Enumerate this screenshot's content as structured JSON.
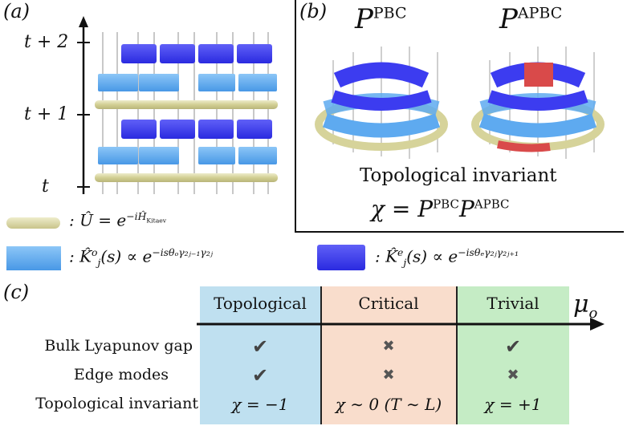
{
  "panel_a": {
    "label": "(a)",
    "time_labels": [
      "t + 2",
      "t + 1",
      "t"
    ]
  },
  "panel_b": {
    "label": "(b)",
    "p_pbc": "P",
    "p_pbc_sup": "PBC",
    "p_apbc": "P",
    "p_apbc_sup": "APBC",
    "invariant_title": "Topological invariant",
    "chi_lhs": "χ = P",
    "chi_sup1": "PBC",
    "chi_mid": "P",
    "chi_sup2": "APBC"
  },
  "legend": {
    "u_text": ": Û = e",
    "u_exp": "−iĤ",
    "u_exp_sub": "Kitaev",
    "ko_text": ": K̂",
    "ko_sup": "o",
    "ko_sub": "j",
    "ko_rest": "(s) ∝ e",
    "ko_exp": "−isθₒγ₂ⱼ₋₁γ₂ⱼ",
    "ke_text": ": K̂",
    "ke_sup": "e",
    "ke_sub": "j",
    "ke_rest": "(s) ∝ e",
    "ke_exp": "−isθₑγ₂ⱼγ₂ⱼ₊₁",
    "colors": {
      "u": "#d6d39a",
      "ko": "#5eaaf0",
      "ke": "#3c3cf0"
    }
  },
  "panel_c": {
    "label": "(c)",
    "axis_label": "μ",
    "axis_sub": "o",
    "phases": [
      "Topological",
      "Critical",
      "Trivial"
    ],
    "phase_colors": [
      "#bfe0f0",
      "#f9ddcc",
      "#c5ecc5"
    ],
    "rows": [
      {
        "label": "Bulk Lyapunov gap",
        "values": [
          "✔",
          "✖",
          "✔"
        ]
      },
      {
        "label": "Edge modes",
        "values": [
          "✔",
          "✖",
          "✖"
        ]
      },
      {
        "label": "Topological invariant",
        "values": [
          "χ = −1",
          "χ ∼ 0 (T ∼ L)",
          "χ = +1"
        ]
      }
    ]
  }
}
